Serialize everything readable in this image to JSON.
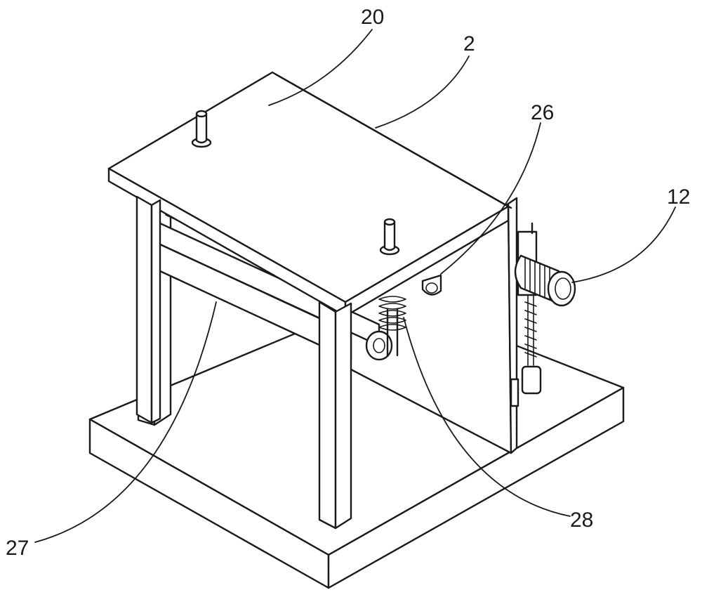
{
  "figure": {
    "reference_numerals": [
      {
        "id": "ref-20",
        "text": "20"
      },
      {
        "id": "ref-2",
        "text": "2"
      },
      {
        "id": "ref-26",
        "text": "26"
      },
      {
        "id": "ref-12",
        "text": "12"
      },
      {
        "id": "ref-27",
        "text": "27"
      },
      {
        "id": "ref-28",
        "text": "28"
      }
    ]
  },
  "colors": {
    "line": "#1a1a1a",
    "fill": "#ffffff"
  }
}
